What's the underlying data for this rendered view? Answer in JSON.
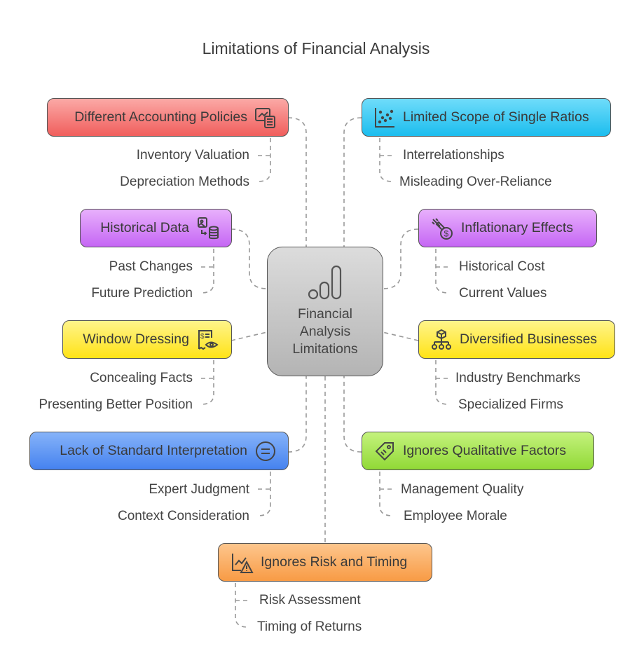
{
  "title": "Limitations of Financial Analysis",
  "center": {
    "line1": "Financial",
    "line2": "Analysis",
    "line3": "Limitations",
    "icon": "bar-chart-icon"
  },
  "nodes": [
    {
      "label": "Different Accounting Policies",
      "icon": "chart-calculator-icon",
      "color": "#f06060",
      "subs": [
        "Inventory Valuation",
        "Depreciation Methods"
      ]
    },
    {
      "label": "Limited Scope of Single Ratios",
      "icon": "scatter-plot-icon",
      "color": "#1ec0ef",
      "subs": [
        "Interrelationships",
        "Misleading Over-Reliance"
      ]
    },
    {
      "label": "Historical Data",
      "icon": "image-database-icon",
      "color": "#c86cf5",
      "subs": [
        "Past Changes",
        "Future Prediction"
      ]
    },
    {
      "label": "Inflationary Effects",
      "icon": "rocket-dollar-icon",
      "color": "#c86cf5",
      "subs": [
        "Historical Cost",
        "Current Values"
      ]
    },
    {
      "label": "Window Dressing",
      "icon": "receipt-eye-icon",
      "color": "#ffe61a",
      "subs": [
        "Concealing Facts",
        "Presenting Better Position"
      ]
    },
    {
      "label": "Diversified Businesses",
      "icon": "hierarchy-cube-icon",
      "color": "#ffe61a",
      "subs": [
        "Industry Benchmarks",
        "Specialized Firms"
      ]
    },
    {
      "label": "Lack of Standard Interpretation",
      "icon": "equals-circle-icon",
      "color": "#4a86f0",
      "subs": [
        "Expert Judgment",
        "Context Consideration"
      ]
    },
    {
      "label": "Ignores Qualitative Factors",
      "icon": "tag-icon",
      "color": "#95db3a",
      "subs": [
        "Management Quality",
        "Employee Morale"
      ]
    },
    {
      "label": "Ignores Risk and Timing",
      "icon": "chart-warning-icon",
      "color": "#f9a04a",
      "subs": [
        "Risk Assessment",
        "Timing of Returns"
      ]
    }
  ]
}
